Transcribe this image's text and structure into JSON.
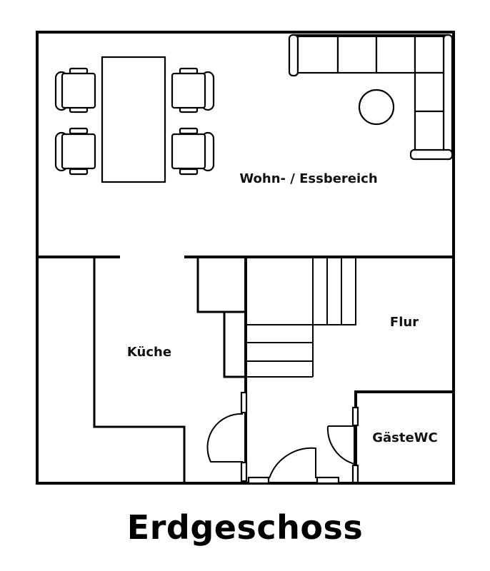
{
  "plan": {
    "rooms": {
      "living": "Wohn- / Essbereich",
      "kitchen": "Küche",
      "hall": "Flur",
      "wc": "GästeWC"
    },
    "caption": "Erdgeschoss"
  }
}
